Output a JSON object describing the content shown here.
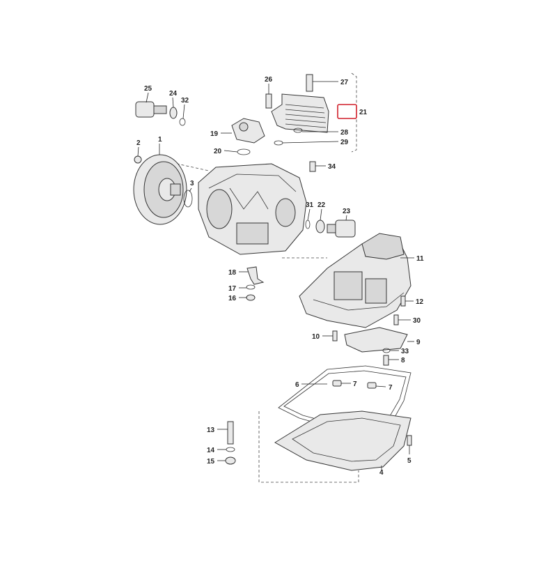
{
  "diagram": {
    "callouts": [
      {
        "id": "c25",
        "text": "25"
      },
      {
        "id": "c24",
        "text": "24"
      },
      {
        "id": "c32",
        "text": "32"
      },
      {
        "id": "c26",
        "text": "26"
      },
      {
        "id": "c27",
        "text": "27"
      },
      {
        "id": "c21",
        "text": "21"
      },
      {
        "id": "c28",
        "text": "28"
      },
      {
        "id": "c29",
        "text": "29"
      },
      {
        "id": "c19",
        "text": "19"
      },
      {
        "id": "c20",
        "text": "20"
      },
      {
        "id": "c2",
        "text": "2"
      },
      {
        "id": "c1",
        "text": "1"
      },
      {
        "id": "c3",
        "text": "3"
      },
      {
        "id": "c34",
        "text": "34"
      },
      {
        "id": "c31",
        "text": "31"
      },
      {
        "id": "c22",
        "text": "22"
      },
      {
        "id": "c23",
        "text": "23"
      },
      {
        "id": "c11",
        "text": "11"
      },
      {
        "id": "c18",
        "text": "18"
      },
      {
        "id": "c17",
        "text": "17"
      },
      {
        "id": "c16",
        "text": "16"
      },
      {
        "id": "c12",
        "text": "12"
      },
      {
        "id": "c30",
        "text": "30"
      },
      {
        "id": "c10",
        "text": "10"
      },
      {
        "id": "c9",
        "text": "9"
      },
      {
        "id": "c33",
        "text": "33"
      },
      {
        "id": "c8",
        "text": "8"
      },
      {
        "id": "c6",
        "text": "6"
      },
      {
        "id": "c7a",
        "text": "7"
      },
      {
        "id": "c7b",
        "text": "7"
      },
      {
        "id": "c13",
        "text": "13"
      },
      {
        "id": "c14",
        "text": "14"
      },
      {
        "id": "c15",
        "text": "15"
      },
      {
        "id": "c5",
        "text": "5"
      },
      {
        "id": "c4",
        "text": "4"
      }
    ],
    "highlight": {
      "part": "21",
      "color": "#d01f2a"
    }
  }
}
